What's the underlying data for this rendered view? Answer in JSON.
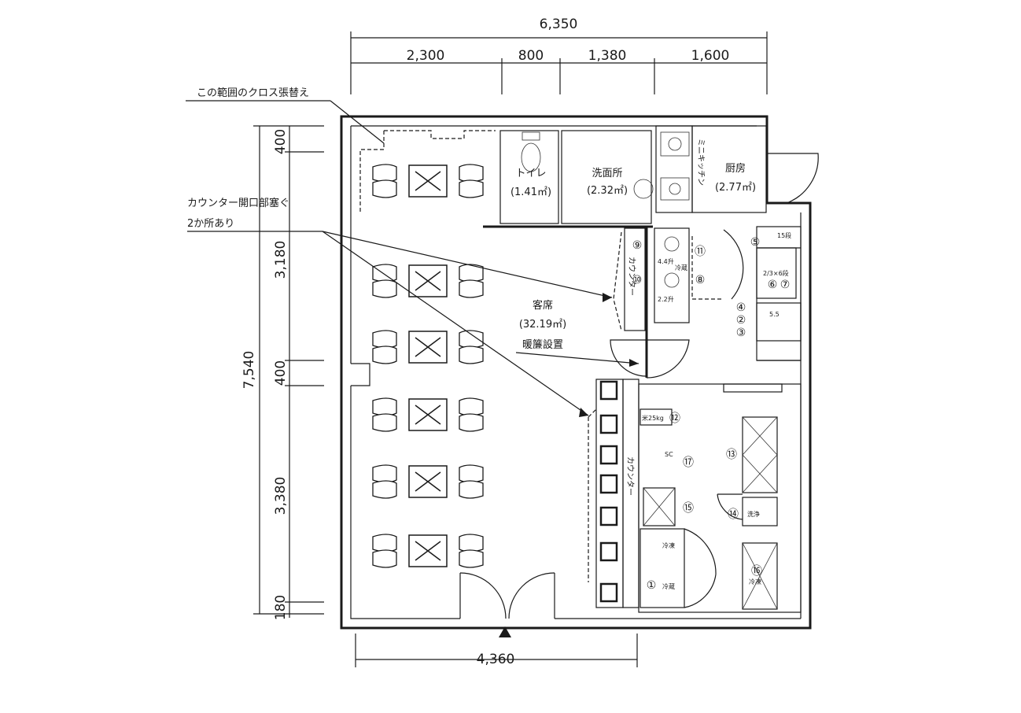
{
  "dimensions": {
    "total_width": "6,350",
    "segments": [
      "2,300",
      "800",
      "1,380",
      "1,600"
    ],
    "total_height": "7,540",
    "left_segments": [
      "400",
      "3,180",
      "400",
      "3,380",
      "180"
    ],
    "bottom_width": "4,360"
  },
  "annotations": {
    "cross_replace": "この範囲のクロス張替え",
    "counter_close_1": "カウンター開口部塞ぐ",
    "counter_close_2": "2か所あり"
  },
  "rooms": {
    "toilet": "トイレ",
    "toilet_area": "(1.41㎡)",
    "washroom": "洗面所",
    "washroom_area": "(2.32㎡)",
    "mini_kitchen": "ミニキッチン",
    "kitchen": "厨房",
    "kitchen_area": "(2.77㎡)",
    "seating": "客席",
    "seating_area": "(32.19㎡)",
    "noren": "暖簾設置"
  },
  "equipment": {
    "counter": "カウンター",
    "shelf_15": "15段",
    "shelf_26": "2/3×6段",
    "rice_4": "4.4升",
    "rice_2": "2.2升",
    "cold": "冷蔵",
    "fridge": "冷蔵",
    "freezer": "冷凍",
    "wash": "洗浄",
    "rice_bag": "米25kg",
    "sc": "SC",
    "n55": "5.5"
  },
  "numbers": [
    "①",
    "②",
    "③",
    "④",
    "⑤",
    "⑥",
    "⑦",
    "⑧",
    "⑨",
    "⑩",
    "⑪",
    "⑫",
    "⑬",
    "⑭",
    "⑮",
    "⑯",
    "⑰"
  ],
  "colors": {
    "ink": "#1a1a1a",
    "paper": "#ffffff"
  }
}
